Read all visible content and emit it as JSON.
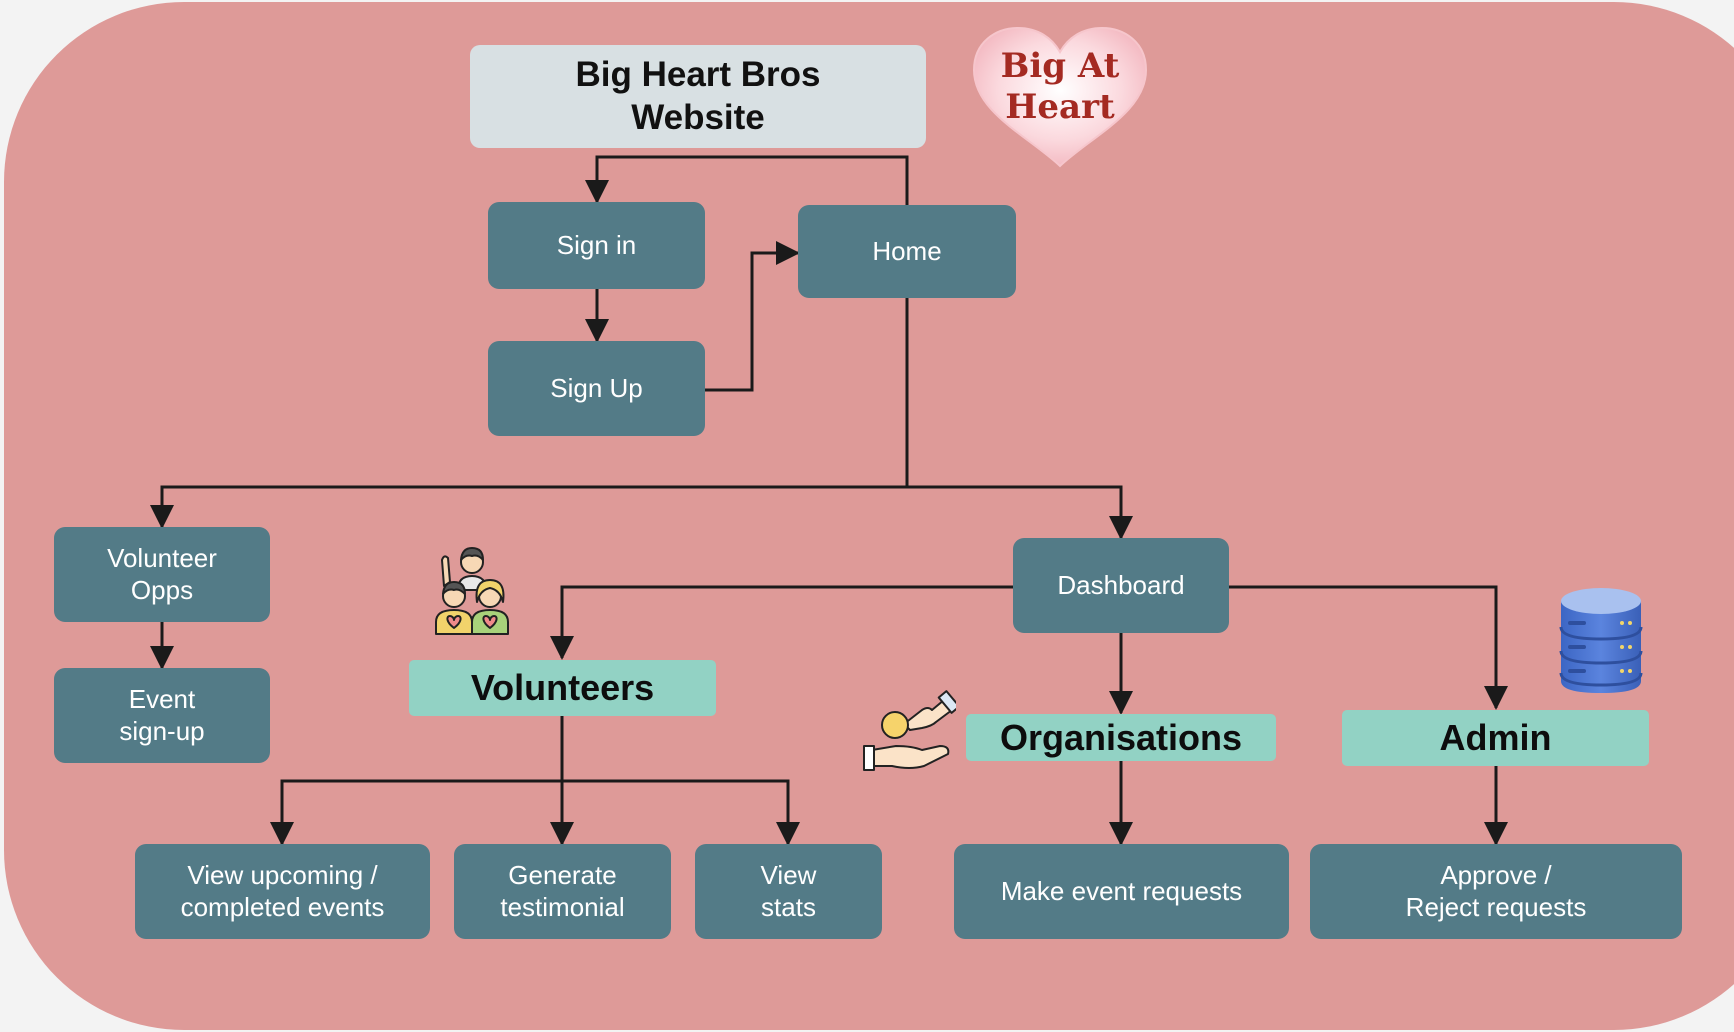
{
  "title": "Big Heart Bros\nWebsite",
  "logo": {
    "line1": "Big At",
    "line2": "Heart"
  },
  "pages": {
    "sign_in": "Sign in",
    "sign_up": "Sign Up",
    "home": "Home",
    "volunteer_opps": "Volunteer\nOpps",
    "event_signup": "Event\nsign-up",
    "dashboard": "Dashboard",
    "view_events": "View upcoming /\ncompleted events",
    "generate_testimonial": "Generate\ntestimonial",
    "view_stats": "View\nstats",
    "make_event_requests": "Make event requests",
    "approve_reject": "Approve /\nReject requests"
  },
  "roles": {
    "volunteers": "Volunteers",
    "organisations": "Organisations",
    "admin": "Admin"
  },
  "colors": {
    "background": "#de9a98",
    "page_box": "#537b87",
    "title_box": "#d8e0e3",
    "role_box": "#92d2c4",
    "connector": "#1a1a1a"
  },
  "icons": {
    "volunteers": "volunteer-group-icon",
    "organisations": "donation-hands-icon",
    "admin": "database-icon",
    "logo": "heart-logo-icon"
  }
}
